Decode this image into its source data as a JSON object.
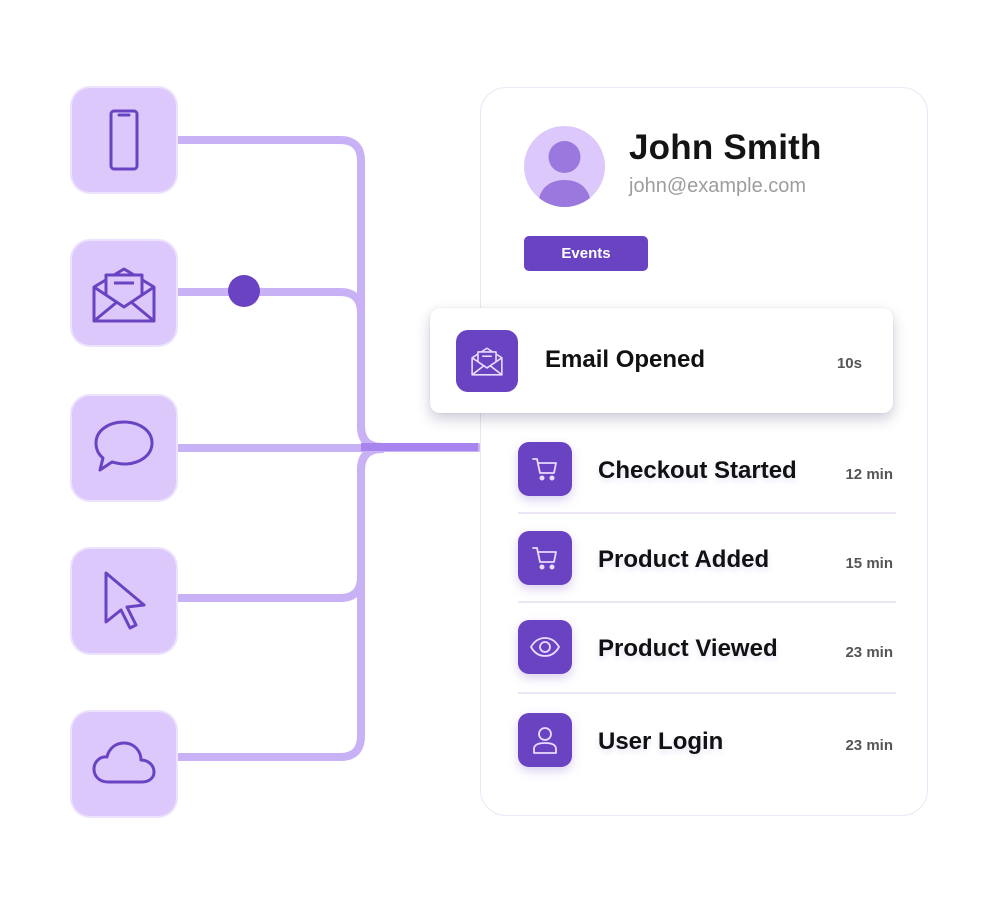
{
  "colors": {
    "accent": "#6a43c3",
    "tile": "#dcc8fb",
    "connector": "#c9b1f5"
  },
  "sources": [
    {
      "icon": "smartphone-icon"
    },
    {
      "icon": "envelope-icon"
    },
    {
      "icon": "chat-bubble-icon"
    },
    {
      "icon": "cursor-icon"
    },
    {
      "icon": "cloud-icon"
    }
  ],
  "profile": {
    "name": "John Smith",
    "email": "john@example.com",
    "tab_label": "Events"
  },
  "highlighted_event": {
    "icon": "envelope-icon",
    "title": "Email Opened",
    "time": "10s"
  },
  "events": [
    {
      "icon": "cart-icon",
      "title": "Checkout Started",
      "time": "12 min"
    },
    {
      "icon": "cart-icon",
      "title": "Product Added",
      "time": "15 min"
    },
    {
      "icon": "eye-icon",
      "title": "Product Viewed",
      "time": "23 min"
    },
    {
      "icon": "user-icon",
      "title": "User Login",
      "time": "23 min"
    }
  ]
}
